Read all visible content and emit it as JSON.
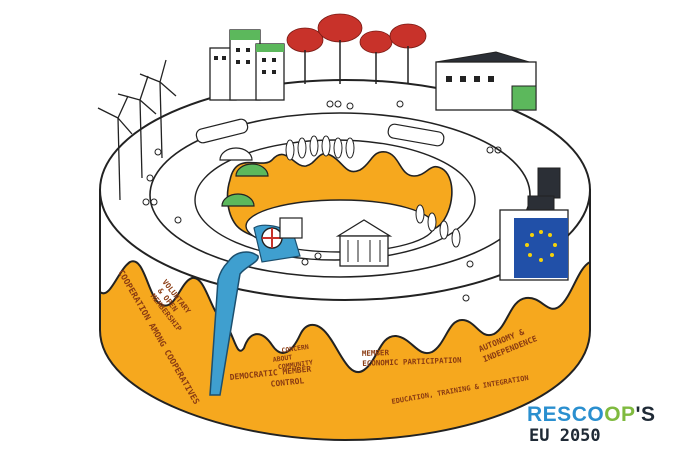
{
  "principles": {
    "cooperation": "COOPERATION AMONG COOPERATIVES",
    "voluntary": [
      "VOLUNTARY",
      "& OPEN",
      "MEMBERSHIP"
    ],
    "democratic": [
      "DEMOCRATIC MEMBER",
      "CONTROL"
    ],
    "community": [
      "CONCERN",
      "ABOUT",
      "COMMUNITY"
    ],
    "economic": [
      "MEMBER",
      "ECONOMIC PARTICIPATION"
    ],
    "autonomy": [
      "AUTONOMY &",
      "INDEPENDENCE"
    ],
    "education": "EDUCATION, TRAINING & INTEGRATION"
  },
  "logo": {
    "res": "RES",
    "coop": "CO",
    "op": "OP",
    "suffix": "'S",
    "subtitle": "EU 2050"
  },
  "colors": {
    "cake": "#f6a81e",
    "water": "#3f9fcf",
    "eu_flag": "#2150a8",
    "eu_stars": "#f5d20a",
    "trees_red": "#c8322a",
    "green": "#5cb85c",
    "logo_blue": "#2a8fcf",
    "logo_green": "#7fba3f"
  },
  "icons": [
    "wind-turbine-icon",
    "office-building-icon",
    "red-tree-icon",
    "solar-building-icon",
    "train-icon",
    "eco-dome-icon",
    "water-mill-icon",
    "town-hall-icon",
    "eu-flag-icon",
    "bicycle-icon",
    "person-icon"
  ]
}
